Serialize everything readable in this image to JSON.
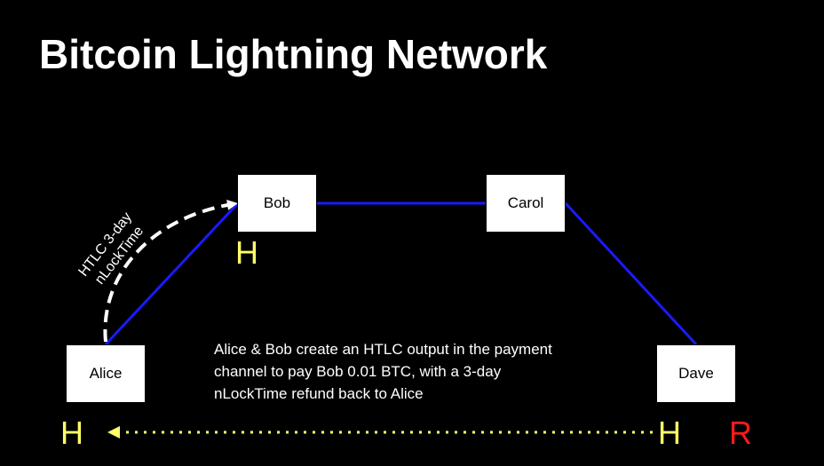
{
  "title": "Bitcoin Lightning Network",
  "nodes": {
    "alice": "Alice",
    "bob": "Bob",
    "carol": "Carol",
    "dave": "Dave"
  },
  "markers": {
    "bob_h": "H",
    "alice_h": "H",
    "dave_h": "H",
    "dave_r": "R"
  },
  "htlc_label": {
    "line1": "HTLC 3-day",
    "line2": "nLockTime"
  },
  "caption": {
    "line1": "Alice & Bob create an HTLC output in the payment",
    "line2": "channel to pay Bob 0.01 BTC, with a 3-day",
    "line3": "nLockTime refund back to Alice"
  },
  "colors": {
    "background": "#000000",
    "channel_line": "#1a1aff",
    "hash_marker": "#ffff66",
    "preimage_marker": "#ff1a1a",
    "dotted_arrow": "#ffff66",
    "htlc_arrow": "#ffffff"
  }
}
